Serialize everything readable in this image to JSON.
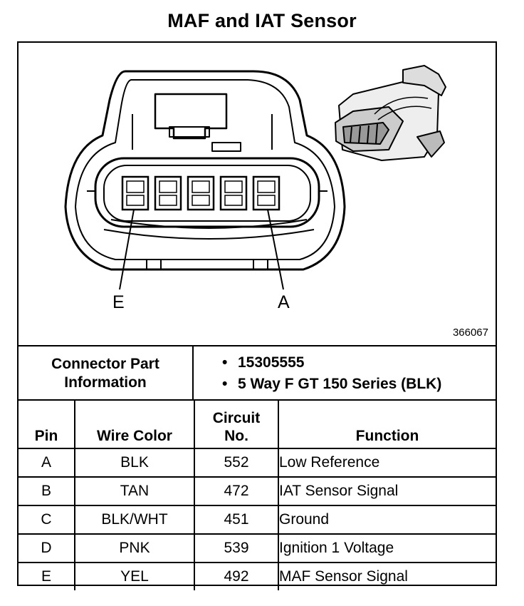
{
  "title": "MAF and IAT Sensor",
  "figure_number": "366067",
  "pin_labels": {
    "left": "E",
    "right": "A"
  },
  "connector_info": {
    "label_line1": "Connector Part",
    "label_line2": "Information",
    "bullet": "•",
    "items": [
      "15305555",
      "5 Way F GT 150 Series (BLK)"
    ]
  },
  "table": {
    "headers": {
      "pin": "Pin",
      "wire_color": "Wire Color",
      "circuit_line1": "Circuit",
      "circuit_line2": "No.",
      "function": "Function"
    },
    "rows": [
      {
        "pin": "A",
        "wire_color": "BLK",
        "circuit": "552",
        "function": "Low Reference"
      },
      {
        "pin": "B",
        "wire_color": "TAN",
        "circuit": "472",
        "function": "IAT Sensor Signal"
      },
      {
        "pin": "C",
        "wire_color": "BLK/WHT",
        "circuit": "451",
        "function": "Ground"
      },
      {
        "pin": "D",
        "wire_color": "PNK",
        "circuit": "539",
        "function": "Ignition 1 Voltage"
      },
      {
        "pin": "E",
        "wire_color": "YEL",
        "circuit": "492",
        "function": "MAF Sensor Signal"
      }
    ]
  }
}
